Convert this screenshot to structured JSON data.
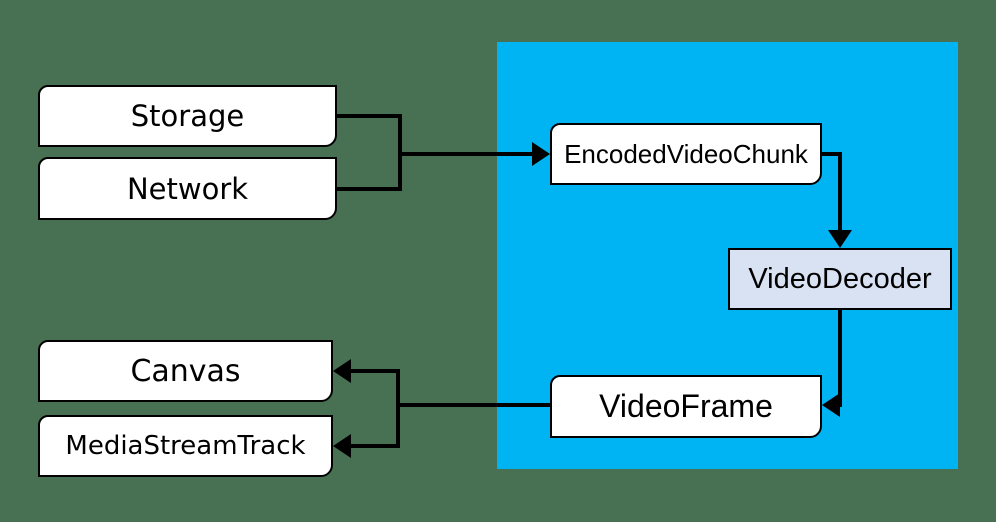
{
  "diagram": {
    "type": "flow-diagram",
    "background_color": "#487052",
    "region_color": "#00b4f4",
    "box_fill_color": "#ffffff",
    "decoder_fill_color": "#d9e2f2",
    "line_color": "#000000",
    "text_color": "#000000"
  },
  "nodes": {
    "storage": {
      "label": "Storage"
    },
    "network": {
      "label": "Network"
    },
    "canvas": {
      "label": "Canvas"
    },
    "media_stream_track": {
      "label": "MediaStreamTrack"
    },
    "encoded_video_chunk": {
      "label": "EncodedVideoChunk"
    },
    "video_decoder": {
      "label": "VideoDecoder"
    },
    "video_frame": {
      "label": "VideoFrame"
    }
  },
  "edges": [
    {
      "from": "Storage",
      "to": "EncodedVideoChunk",
      "arrow": "into EncodedVideoChunk"
    },
    {
      "from": "Network",
      "to": "EncodedVideoChunk",
      "arrow": "into EncodedVideoChunk"
    },
    {
      "from": "EncodedVideoChunk",
      "to": "VideoDecoder",
      "arrow": "into VideoDecoder"
    },
    {
      "from": "VideoDecoder",
      "to": "VideoFrame",
      "arrow": "into VideoFrame"
    },
    {
      "from": "VideoFrame",
      "to": "Canvas",
      "arrow": "into Canvas"
    },
    {
      "from": "VideoFrame",
      "to": "MediaStreamTrack",
      "arrow": "into MediaStreamTrack"
    }
  ]
}
